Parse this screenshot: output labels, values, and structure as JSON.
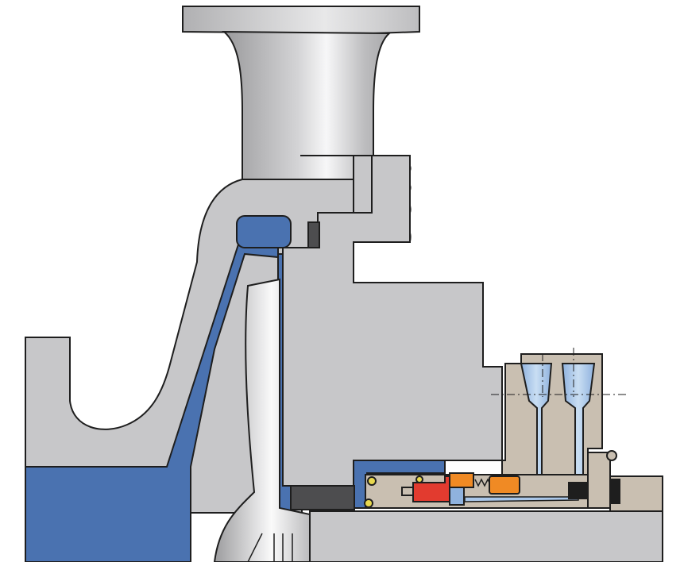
{
  "title": "",
  "colors": {
    "housing": "#c7c7c9",
    "outline": "#1e1e1e",
    "fluid": "#4a72b0",
    "flush_channel": "#a9c6e8",
    "gland": "#c9bfb1",
    "seal_face_red": "#e23b2f",
    "spring_orange": "#f08a24",
    "gasket_dark": "#4d4d4f",
    "background": "#ffffff"
  },
  "components": [
    {
      "id": "discharge-nozzle",
      "icon": "pipe-flange"
    },
    {
      "id": "pump-casing",
      "icon": "volute-casing"
    },
    {
      "id": "impeller",
      "icon": "impeller"
    },
    {
      "id": "casing-gasket",
      "icon": "o-ring"
    },
    {
      "id": "seal-chamber",
      "icon": "stuffing-box"
    },
    {
      "id": "seal-gland",
      "icon": "gland-plate"
    },
    {
      "id": "rotating-seal-face",
      "icon": "seal-face"
    },
    {
      "id": "stationary-seal-face",
      "icon": "seal-face"
    },
    {
      "id": "seal-springs",
      "icon": "spring"
    },
    {
      "id": "flush-ports",
      "icon": "port"
    },
    {
      "id": "shaft-sleeve",
      "icon": "sleeve"
    },
    {
      "id": "pump-shaft",
      "icon": "shaft"
    }
  ]
}
